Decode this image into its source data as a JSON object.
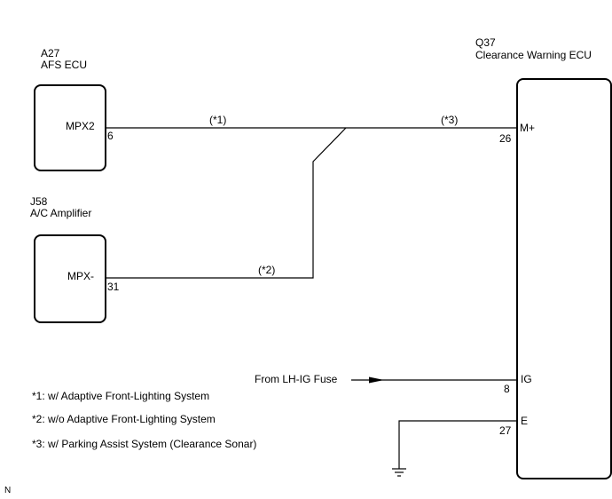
{
  "ecus": {
    "afs": {
      "code": "A27",
      "name": "AFS ECU",
      "pin_name": "MPX2",
      "pin_number": "6"
    },
    "ac": {
      "code": "J58",
      "name": "A/C Amplifier",
      "pin_name": "MPX-",
      "pin_number": "31"
    },
    "cw": {
      "code": "Q37",
      "name": "Clearance Warning ECU",
      "pins": [
        {
          "name": "M+",
          "number": "26"
        },
        {
          "name": "IG",
          "number": "8"
        },
        {
          "name": "E",
          "number": "27"
        }
      ]
    }
  },
  "wire_labels": {
    "w1": "(*1)",
    "w2": "(*2)",
    "w3": "(*3)"
  },
  "source": {
    "label": "From LH-IG Fuse"
  },
  "notes": [
    "*1: w/ Adaptive Front-Lighting System",
    "*2: w/o Adaptive Front-Lighting System",
    "*3: w/ Parking Assist System (Clearance Sonar)"
  ],
  "corner_mark": "N"
}
